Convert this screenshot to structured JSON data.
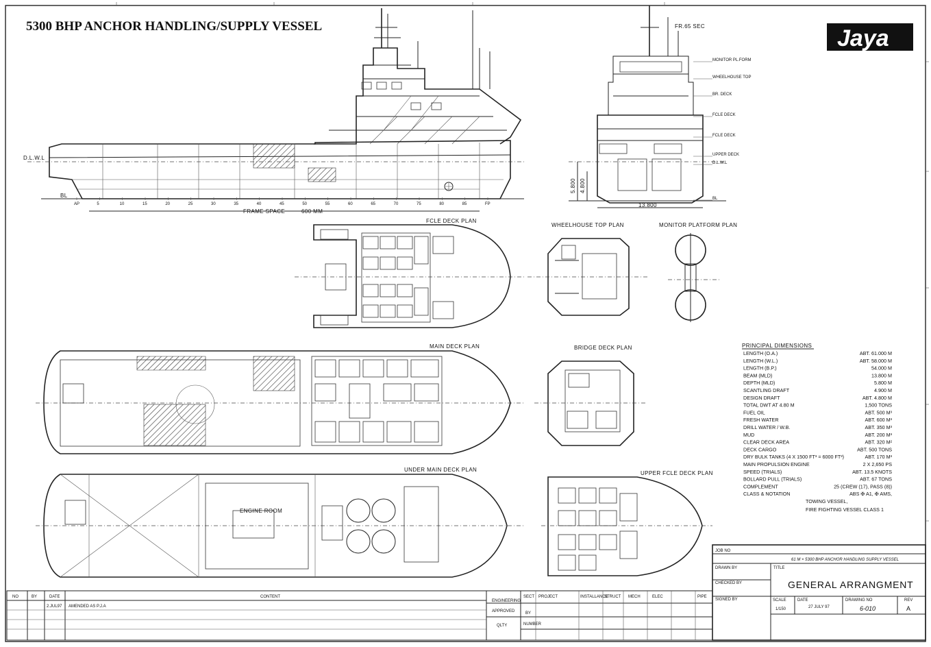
{
  "title": "5300 BHP ANCHOR HANDLING/SUPPLY VESSEL",
  "logo_text": "Jaya",
  "views": {
    "profile": {
      "frame_space_label": "FRAME SPACE",
      "frame_space_value": "600 MM",
      "dlwl": "D.L.W.L",
      "bl": "BL",
      "frames": [
        "AP",
        "5",
        "10",
        "15",
        "20",
        "25",
        "30",
        "35",
        "40",
        "45",
        "50",
        "55",
        "60",
        "65",
        "70",
        "75",
        "80",
        "85",
        "FP"
      ]
    },
    "cross_section": {
      "label": "FR.65 SEC",
      "levels": [
        "MONITOR PL.FORM",
        "WHEELHOUSE TOP",
        "BR. DECK",
        "FCLE DECK",
        "FCLE DECK",
        "UPPER DECK",
        "D.L.W.L",
        "BL"
      ],
      "beam": "13.800",
      "depth_dims": [
        "5.800",
        "4.800"
      ]
    },
    "fcle_deck_plan": {
      "label": "FCLE DECK PLAN"
    },
    "wheelhouse_top_plan": {
      "label": "WHEELHOUSE TOP PLAN"
    },
    "monitor_platform_plan": {
      "label": "MONITOR PLATFORM PLAN"
    },
    "main_deck_plan": {
      "label": "MAIN DECK PLAN"
    },
    "bridge_deck_plan": {
      "label": "BRIDGE DECK PLAN"
    },
    "under_main_deck_plan": {
      "label": "UNDER MAIN DECK PLAN",
      "engine_room": "ENGINE ROOM"
    },
    "upper_fcle_deck_plan": {
      "label": "UPPER FCLE DECK PLAN"
    }
  },
  "principal_dimensions": {
    "heading": "PRINCIPAL DIMENSIONS",
    "rows": [
      {
        "name": "LENGTH (O.A.)",
        "value": "ABT. 61.000 M"
      },
      {
        "name": "LENGTH (W.L.)",
        "value": "ABT. 58.000 M"
      },
      {
        "name": "LENGTH (B.P.)",
        "value": "54.000 M"
      },
      {
        "name": "BEAM (MLD)",
        "value": "13.800 M"
      },
      {
        "name": "DEPTH (MLD)",
        "value": "5.800 M"
      },
      {
        "name": "SCANTLING DRAFT",
        "value": "4.900 M"
      },
      {
        "name": "DESIGN DRAFT",
        "value": "ABT. 4.800 M"
      },
      {
        "name": "TOTAL DWT AT 4.80 M",
        "value": "1,500 TONS"
      },
      {
        "name": "FUEL OIL",
        "value": "ABT. 500 M³"
      },
      {
        "name": "FRESH WATER",
        "value": "ABT. 600 M³"
      },
      {
        "name": "DRILL WATER / W.B.",
        "value": "ABT. 350 M³"
      },
      {
        "name": "MUD",
        "value": "ABT. 200 M³"
      },
      {
        "name": "CLEAR DECK AREA",
        "value": "ABT. 320 M²"
      },
      {
        "name": "DECK CARGO",
        "value": "ABT. 500 TONS"
      },
      {
        "name": "DRY BULK TANKS (4 X 1500 FT³ = 6000 FT³)",
        "value": "ABT. 170 M³"
      },
      {
        "name": "MAIN PROPULSION ENGINE",
        "value": "2 X 2,650 PS"
      },
      {
        "name": "SPEED (TRIALS)",
        "value": "ABT. 13.5 KNOTS"
      },
      {
        "name": "BOLLARD PULL (TRIALS)",
        "value": "ABT. 67 TONS"
      },
      {
        "name": "COMPLEMENT",
        "value": "25 (CREW (17), PASS (8))"
      },
      {
        "name": "CLASS & NOTATION",
        "value": "ABS ✠ A1, ✠ AMS,"
      }
    ],
    "notation_extra": [
      "TOWING VESSEL,",
      "FIRE FIGHTING VESSEL CLASS 1"
    ]
  },
  "title_block": {
    "job_no_label": "JOB NO",
    "job_title": "61 M × 5300 BHP ANCHOR HANDLING SUPPLY VESSEL",
    "drawn_by": "DRAWN BY",
    "checked_by": "CHECKED BY",
    "signed_by": "SIGNED BY",
    "title_label": "TITLE",
    "drawing_title": "GENERAL ARRANGMENT",
    "scale_label": "SCALE",
    "scale_value": "1/150",
    "date_label": "DATE",
    "date_value": "27 JULY 97",
    "drawing_no_label": "DRAWING NO",
    "drawing_no": "6-010",
    "rev_label": "REV",
    "rev_value": "A",
    "rev_cols": [
      "NO",
      "BY",
      "DATE",
      "CONTENT"
    ],
    "rev_row": {
      "date": "2.JUL97",
      "content": "AMENDED AS P.J.A"
    },
    "approval_cols": [
      "ENGINEERING",
      "SECT",
      "PROJECT",
      "INSTALLANCE",
      "STRUCT",
      "MECH",
      "ELEC",
      "PIPE"
    ],
    "approved_label": "APPROVED",
    "qlty_label": "QLTY",
    "by_label": "BY",
    "number_label": "NUMBER"
  }
}
